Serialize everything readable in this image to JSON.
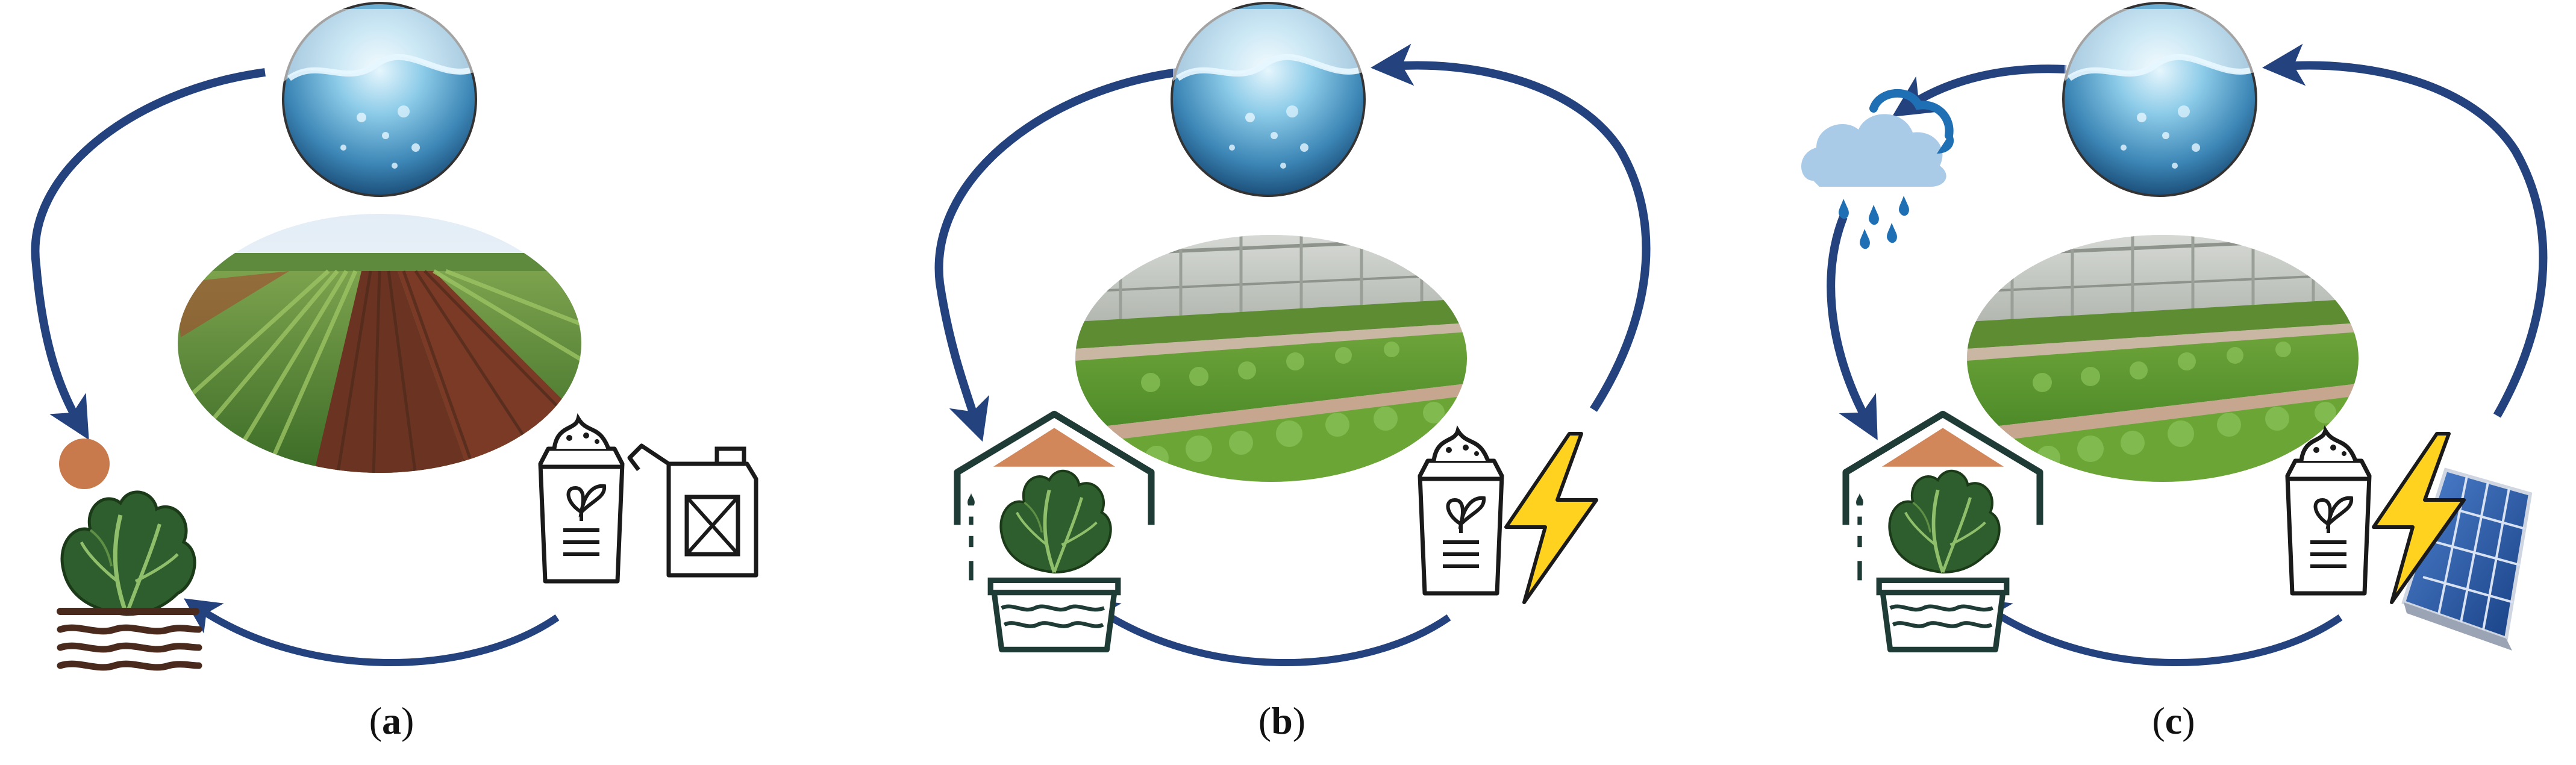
{
  "panels": [
    {
      "id": "a",
      "caption_open": "(",
      "caption_letter": "a",
      "caption_close": ")",
      "scene": "open-field",
      "inputs": [
        "fertilizer-bag-icon",
        "fuel-can-icon"
      ],
      "crop": "lettuce-in-soil-icon"
    },
    {
      "id": "b",
      "caption_open": "(",
      "caption_letter": "b",
      "caption_close": ")",
      "scene": "greenhouse-hydroponics",
      "inputs": [
        "fertilizer-bag-icon",
        "lightning-bolt-icon"
      ],
      "crop": "lettuce-in-greenhouse-pot-icon"
    },
    {
      "id": "c",
      "caption_open": "(",
      "caption_letter": "c",
      "caption_close": ")",
      "scene": "greenhouse-hydroponics",
      "inputs": [
        "fertilizer-bag-icon",
        "lightning-bolt-icon",
        "solar-panel-icon"
      ],
      "extra": [
        "rain-cloud-icon"
      ],
      "crop": "lettuce-in-greenhouse-pot-icon"
    }
  ],
  "colors": {
    "arrow": "#24427e",
    "water_light": "#bfe6f7",
    "water_dark": "#2d6b9a",
    "soil": "#5a2f1e",
    "lettuce": "#2f5e2e",
    "lettuce_light": "#6e9a4b",
    "bolt": "#ffd21f",
    "roof": "#d2875b",
    "cloud": "#a9cbe8",
    "rain": "#1f6fb5",
    "icon_stroke": "#1a1a1a"
  }
}
